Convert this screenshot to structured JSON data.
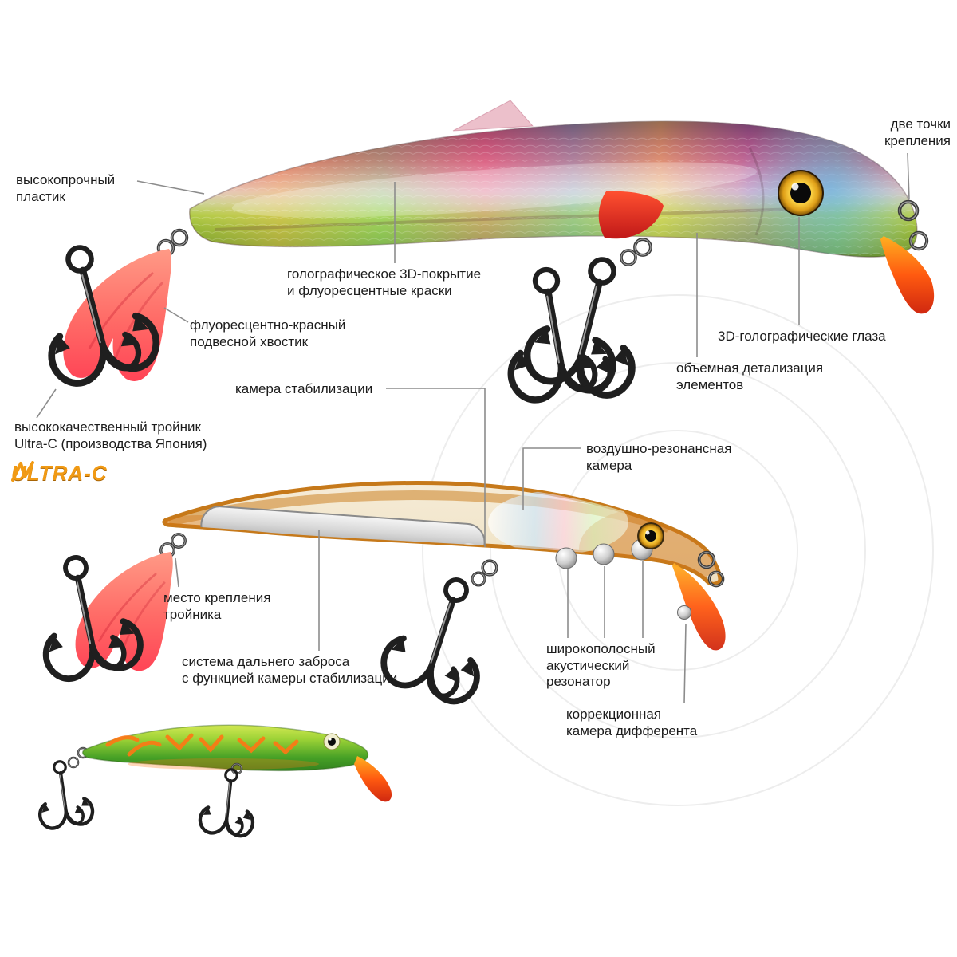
{
  "labels": {
    "plastic": "высокопрочный\nпластик",
    "two_points": "две точки\nкрепления",
    "holo_coating": "голографическое  3D-покрытие\nи флуоресцентные краски",
    "fluoro_tail": "флуоресцентно-красный\nподвесной хвостик",
    "holo_eyes": "3D-голографические глаза",
    "volume_detail": "объемная детализация\nэлементов",
    "treble": "высококачественный тройник\nUltra-C (производства Япония)",
    "logo": "ULTRA-C",
    "stab_chamber": "камера стабилизации",
    "air_chamber": "воздушно-резонансная\nкамера",
    "hook_mount": "место крепления\nтройника",
    "cast_system": "система дальнего заброса\nс функцией камеры стабилизации",
    "resonator": "широкополосный\nакустический\nрезонатор",
    "trim_chamber": "коррекционная\nкамера дифферента"
  },
  "colors": {
    "label_text": "#1c1c1c",
    "leader_line": "#8c8c8c",
    "logo_orange": "#f19a14",
    "fluoro_red": "#ff4456",
    "body_green": "#9cd236"
  }
}
